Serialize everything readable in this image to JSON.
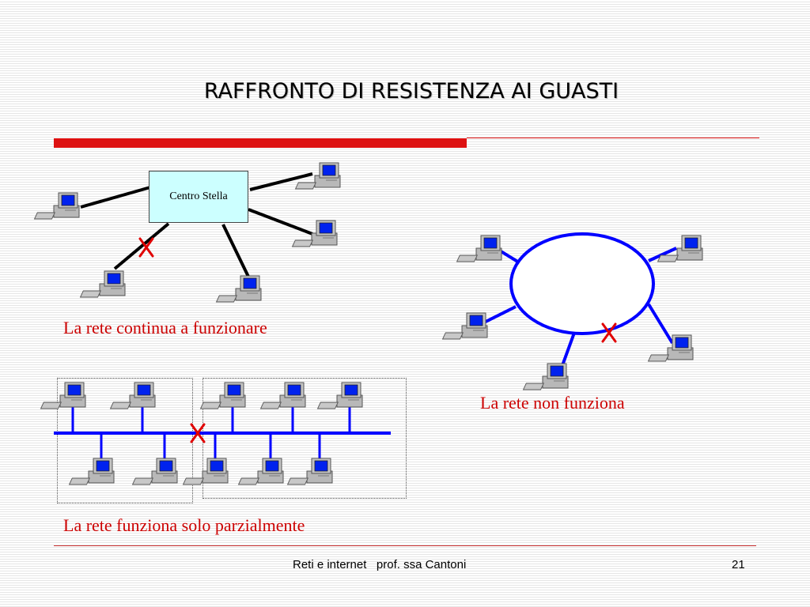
{
  "slide": {
    "title": "RAFFRONTO DI RESISTENZA AI GUASTI",
    "accent_color": "#dd1111",
    "caption_color": "#cc0000",
    "link_color_star": "#000000",
    "link_color_ring_bus": "#0000ff"
  },
  "star": {
    "hub_label": "Centro Stella",
    "caption": "La rete continua a funzionare",
    "computer_count": 5,
    "failed_links": 1
  },
  "ring": {
    "caption": "La rete non funziona",
    "computer_count": 5,
    "failed_links": 1
  },
  "bus": {
    "caption": "La rete funziona solo parzialmente",
    "segments": 2,
    "computer_count": 10,
    "failed_links": 1
  },
  "footer": {
    "text": "Reti e internet   prof. ssa Cantoni",
    "page_number": "21"
  },
  "icons": [
    "computer-icon",
    "failure-x-icon"
  ]
}
